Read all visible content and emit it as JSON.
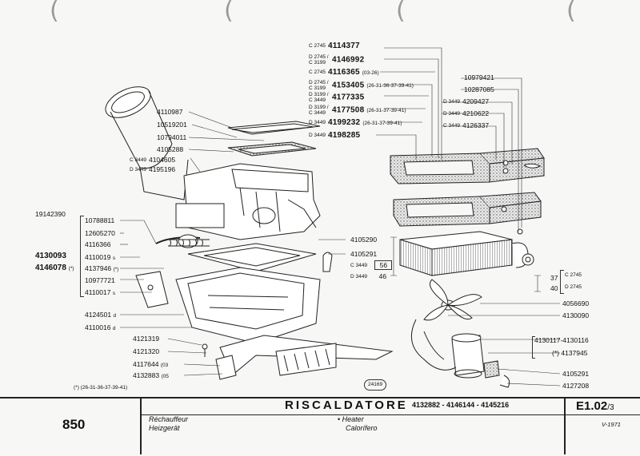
{
  "header_labels": {
    "top": [
      {
        "code": "C 2745",
        "pn": "4114377",
        "note": ""
      },
      {
        "code": "D 2745 / C 3199",
        "pn": "4146992",
        "note": ""
      },
      {
        "code": "C 2745",
        "pn": "4116365",
        "note": "(03-26)"
      },
      {
        "code": "D 2745 / C 3199",
        "pn": "4153405",
        "note": "(26-31-36-37-39-41)"
      },
      {
        "code": "D 3199 / C 3449",
        "pn": "4177335",
        "note": ""
      },
      {
        "code": "D 3199 / C 3449",
        "pn": "4177508",
        "note": "(26-31-37-39-41)"
      },
      {
        "code": "D 3449",
        "pn": "4199232",
        "note": "(26-31-37-39-41)"
      },
      {
        "code": "D 3449",
        "pn": "4198285",
        "note": ""
      }
    ]
  },
  "right_labels": {
    "r1": "10979421",
    "r2": "10287085",
    "r3_code": "D 3449",
    "r3": "4209427",
    "r4_code": "D 3449",
    "r4": "4210622",
    "r5_code": "C 3449",
    "r5": "4126337",
    "dim_c": "C 2745",
    "dim_d": "D 2745",
    "dim_37": "37",
    "dim_40": "40",
    "r6": "4056690",
    "r7": "4130090",
    "r8": "4130117-4130116",
    "r9_mark": "(*)",
    "r9": "4137945",
    "r10": "4105291",
    "r11": "4127208"
  },
  "center_labels": {
    "c1": "4105290",
    "c2": "4105291",
    "c3_code": "C 3449",
    "c3_val": "56",
    "c4_code": "D 3449",
    "c4_val": "46",
    "box_id": "24169"
  },
  "left_labels": {
    "l1": "4110987",
    "l2": "10519201",
    "l3": "10794011",
    "l4": "4105288",
    "l5_code": "C 3449",
    "l5": "4104605",
    "l6_code": "D 3449",
    "l6": "4195196",
    "l7": "19142390",
    "l8": "10788811",
    "l9": "12605270",
    "l10": "4116366",
    "l11": "4130093",
    "l12": "4146078",
    "l12_mark": "(*)",
    "l13": "4110019",
    "l13_s": "s",
    "l14": "4137946",
    "l14_mark": "(*)",
    "l15": "10977721",
    "l16": "4110017",
    "l16_s": "s",
    "l17": "4124501",
    "l17_d": "d",
    "l18": "4110016",
    "l18_d": "d",
    "l19": "4121319",
    "l20": "4121320",
    "l21": "4117644",
    "l21_n": "(03",
    "l22": "4132883",
    "l22_n": "(05",
    "footnote": "(*)  (26-31-36-37-39-41)"
  },
  "footer": {
    "title": "RISCALDATORE",
    "title_codes": "4132882 - 4146144 - 4145216",
    "number": "850",
    "fr": "Réchauffeur",
    "de": "Heizgerät",
    "bullet": "•",
    "en": "Heater",
    "es": "Calorífero",
    "sheet": "E1.02",
    "sheet_sub": "/3",
    "date": "V-1971"
  }
}
